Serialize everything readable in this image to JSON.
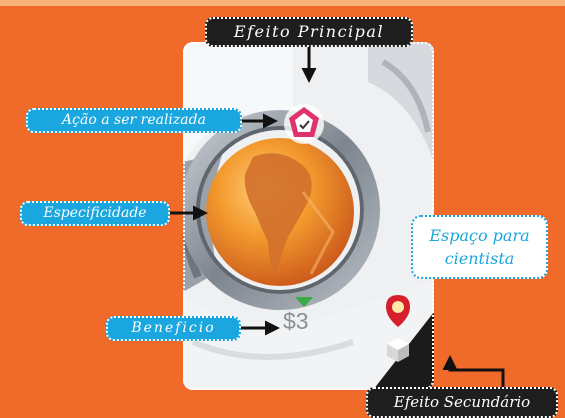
{
  "labels": {
    "efeito_principal": "Efeito Principal",
    "acao": "Ação a ser realizada",
    "especificidade": "Especificidade",
    "beneficio": "Beneficio",
    "espaco_line1": "Espaço para",
    "espaco_line2": "cientista",
    "efeito_secundario": "Efeito Secundário"
  },
  "card": {
    "benefit_value": "$3",
    "action_icon": "checkmark-icon",
    "specificity_image": "south-america-globe",
    "secondary_icons": [
      "lightbulb-pin-icon",
      "cube-icon"
    ]
  },
  "colors": {
    "background": "#f06a2a",
    "label_dark": "#1e1e1e",
    "label_blue": "#1aa6df",
    "action_badge": "#e0336e",
    "benefit_arrow": "#3aaa48",
    "globe": "#f08a24"
  }
}
